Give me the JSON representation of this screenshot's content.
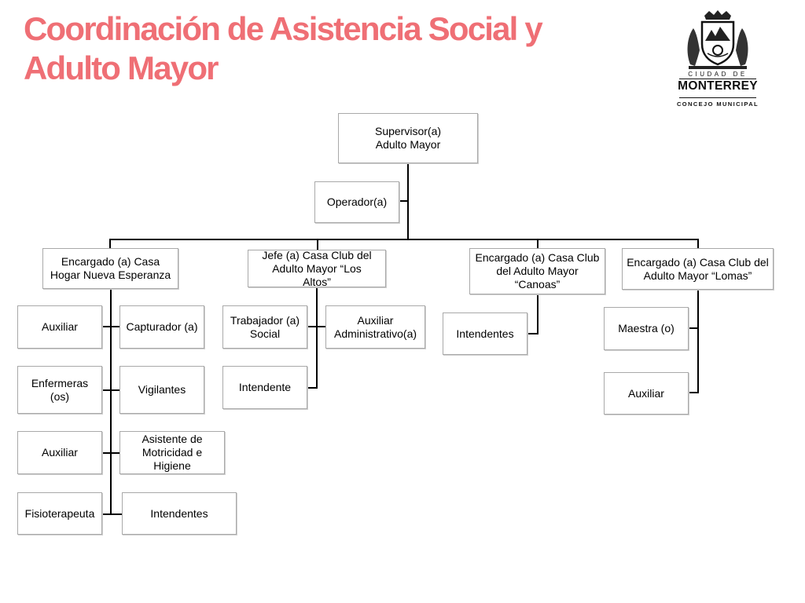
{
  "title": {
    "line1": "Coordinación de Asistencia Social y",
    "line2": "Adulto Mayor"
  },
  "logo": {
    "icon": "monterrey-coat-of-arms-icon",
    "line1": "CIUDAD DE",
    "line2": "MONTERREY",
    "line3": "CONCEJO MUNICIPAL"
  },
  "org": {
    "supervisor": "Supervisor(a)\nAdulto Mayor",
    "operador": "Operador(a)",
    "casa_hogar": {
      "head": "Encargado (a) Casa\nHogar Nueva Esperanza",
      "left": [
        "Auxiliar",
        "Enfermeras\n(os)",
        "Auxiliar",
        "Fisioterapeuta"
      ],
      "right": [
        "Capturador (a)",
        "Vigilantes",
        "Asistente de\nMotricidad e\nHigiene",
        "Intendentes"
      ]
    },
    "los_altos": {
      "head": "Jefe (a) Casa Club del\nAdulto Mayor “Los\nAltos”",
      "items": [
        "Trabajador (a)\nSocial",
        "Auxiliar\nAdministrativo(a)",
        "Intendente"
      ]
    },
    "canoas": {
      "head": "Encargado (a) Casa Club\ndel Adulto Mayor\n“Canoas”",
      "items": [
        "Intendentes"
      ]
    },
    "lomas": {
      "head": "Encargado (a) Casa Club del\nAdulto Mayor “Lomas”",
      "items": [
        "Maestra (o)",
        "Auxiliar"
      ]
    }
  }
}
